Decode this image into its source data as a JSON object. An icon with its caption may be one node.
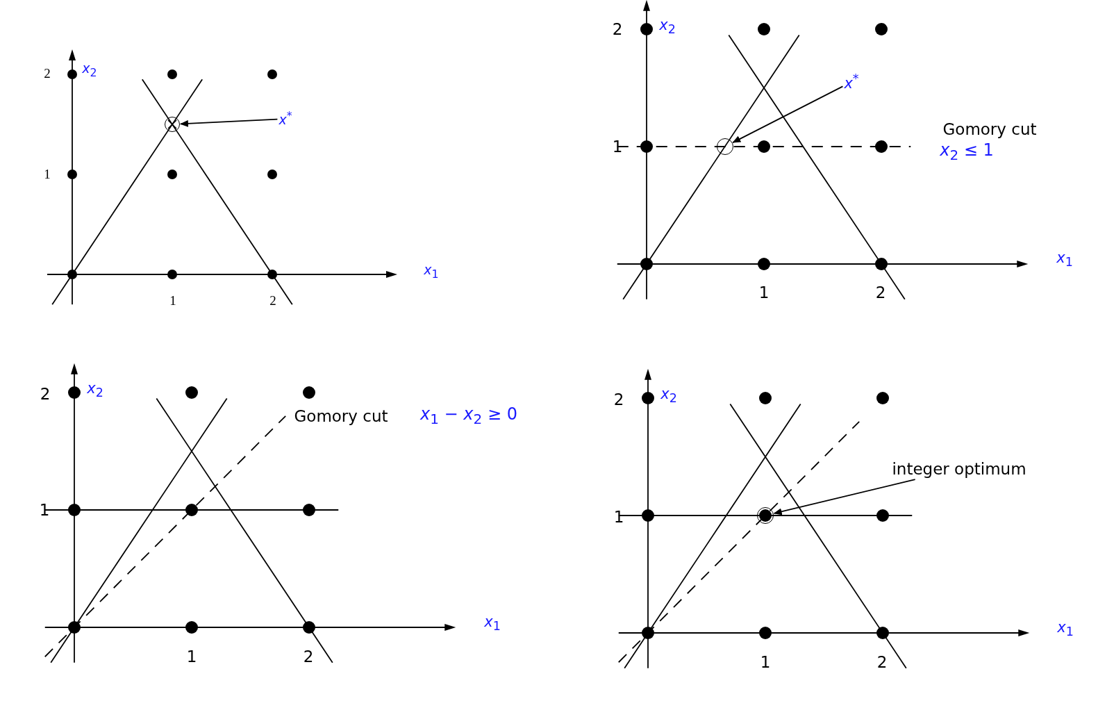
{
  "diagram": {
    "nodes": [
      {
        "text": [
          "*x*$^{*}$"
        ]
      },
      {
        "text": [],
        "shape": "circle"
      },
      {
        "text": [
          "*x*$^{*}$"
        ]
      },
      {
        "text": [],
        "shape": "circle"
      },
      {
        "text": [
          "integer optimum"
        ]
      },
      {
        "text": [],
        "shape": "circle"
      }
    ],
    "edges": [
      {
        "from": 0,
        "to": 1,
        "arrow": "to"
      },
      {
        "from": 2,
        "to": 3,
        "arrow": "to"
      },
      {
        "from": 4,
        "to": 5,
        "arrow": "to"
      }
    ],
    "labels": [
      "2",
      "*x*$_{2}$",
      "1",
      "1",
      "2",
      "*x*$_{1}$",
      "2",
      "*x*$_{2}$",
      "1",
      "Gomory cut",
      "*x*$_{2}$ ≤ 1",
      "1",
      "2",
      "*x*$_{1}$",
      "2",
      "*x*$_{2}$",
      "Gomory cut",
      "*x*$_{1}$ − *x*$_{2}$ ≥ 0",
      "1",
      "1",
      "2",
      "*x*$_{1}$",
      "2",
      "*x*$_{2}$",
      "1",
      "1",
      "2",
      "*x*$_{1}$"
    ]
  }
}
